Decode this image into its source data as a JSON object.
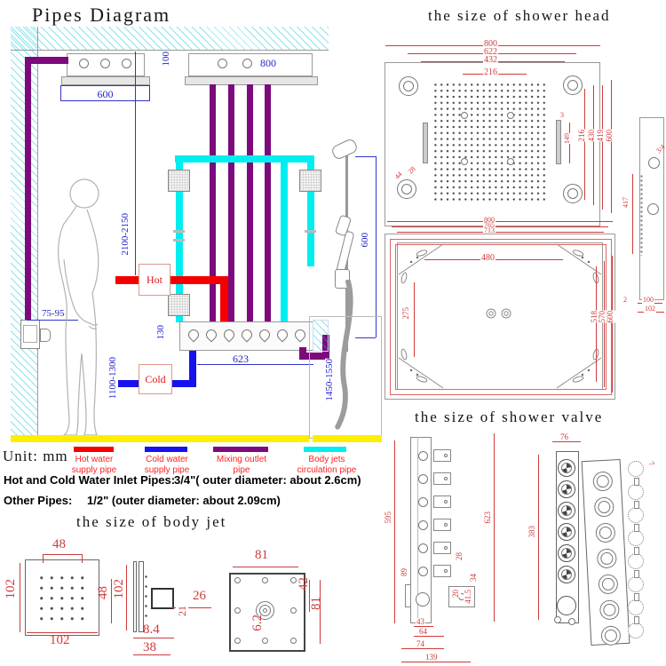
{
  "titles": {
    "pipes": "Pipes Diagram",
    "head": "the size of shower head",
    "valve": "the size of shower valve",
    "jet": "the size of body jet"
  },
  "colors": {
    "hot": "#f50000",
    "cold": "#1512ee",
    "mix": "#7c0a7c",
    "jets": "#00eef0",
    "floor": "#ffee00"
  },
  "pipes": {
    "ceil_left": "600",
    "gap": "100",
    "ceil_right": "800",
    "bar": "600",
    "height": "2100-2150",
    "mixer": "75-95",
    "panel_h": "130",
    "panel_w": "623",
    "cold_h": "1100-1300",
    "hand_h": "1450-1550",
    "hot": "Hot",
    "cold": "Cold"
  },
  "legend": {
    "unit": "Unit: mm",
    "items": [
      {
        "l1": "Hot water",
        "l2": "supply pipe",
        "color": "#f50000"
      },
      {
        "l1": "Cold water",
        "l2": "supply pipe",
        "color": "#1512ee"
      },
      {
        "l1": "Mixing outlet",
        "l2": "pipe",
        "color": "#7c0a7c"
      },
      {
        "l1": "Body jets",
        "l2": "circulation pipe",
        "color": "#00eef0"
      }
    ],
    "note1_label": "Hot and Cold Water Inlet Pipes:",
    "note1_value": "3/4\"( outer diameter: about 2.6cm)",
    "note2_label": "Other Pipes:",
    "note2_value": "1/2\" (outer diameter: about 2.09cm)"
  },
  "head": {
    "front": {
      "t800": "800",
      "t622": "622",
      "t432": "432",
      "t216": "216",
      "r216": "216",
      "r430": "430",
      "r419": "419",
      "r600": "600",
      "slot_w": "3",
      "slot_h": "149",
      "c1": "44",
      "c2": "28"
    },
    "side": {
      "thread": "3/4",
      "len": "417",
      "e": "2",
      "w1": "100",
      "w2": "102"
    },
    "back": {
      "t800": "800",
      "t765": "765",
      "t713": "713",
      "w480": "480",
      "h275": "275",
      "r518": "518",
      "r570": "570",
      "r600": "600"
    }
  },
  "valve": {
    "h595": "595",
    "h623": "623",
    "k89": "89",
    "s28": "28",
    "s34": "34",
    "s20": "20",
    "s415": "41.5",
    "b43": "43",
    "b64": "64",
    "b74": "74",
    "b139": "139",
    "w76": "76",
    "h383": "383",
    "n7": "7"
  },
  "jet": {
    "front": {
      "t48": "48",
      "l102": "102",
      "r48": "48",
      "b102": "102"
    },
    "side": {
      "h102": "102",
      "k26": "26",
      "k21": "21",
      "b84": "8.4",
      "b38": "38"
    },
    "back": {
      "t81": "81",
      "r42": "42",
      "r81": "81",
      "c62": "6.2"
    }
  }
}
